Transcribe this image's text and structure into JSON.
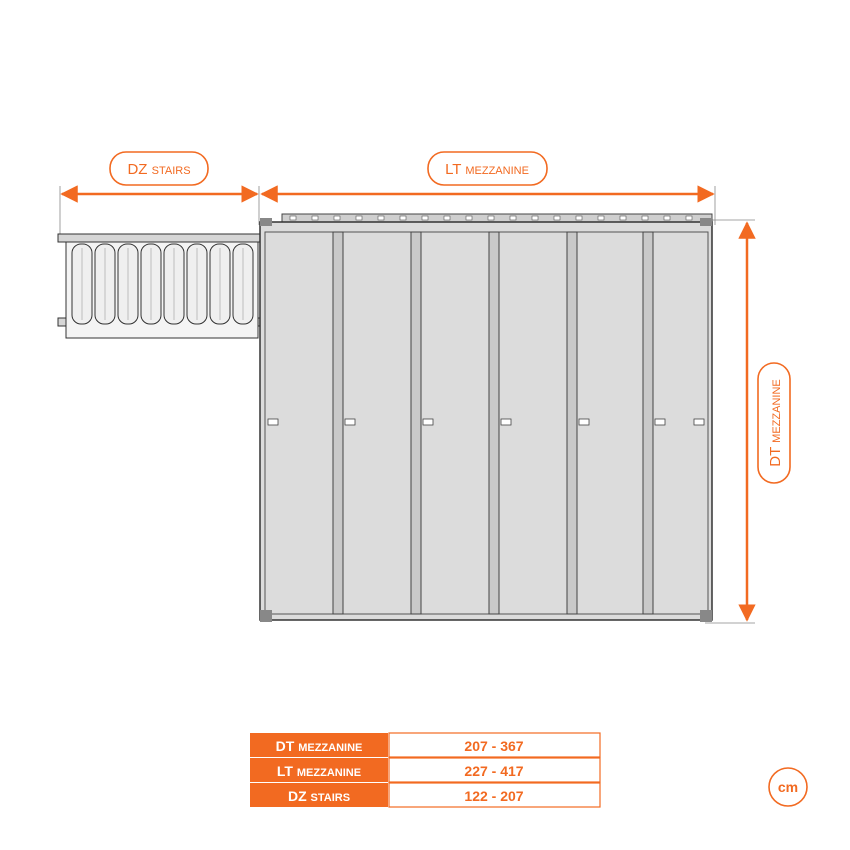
{
  "accent_color": "#f26a21",
  "labels": {
    "dz_stairs": {
      "main": "DZ",
      "small": "STAIRS"
    },
    "lt_mezzanine": {
      "main": "LT",
      "small": "MEZZANINE"
    },
    "dt_mezzanine": {
      "main": "DT",
      "small": "MEZZANINE"
    }
  },
  "table": {
    "rows": [
      {
        "main": "DT",
        "small": "MEZZANINE",
        "value": "207 - 367"
      },
      {
        "main": "LT",
        "small": "MEZZANINE",
        "value": "227 - 417"
      },
      {
        "main": "DZ",
        "small": "STAIRS",
        "value": "122 - 207"
      }
    ]
  },
  "unit": "cm"
}
